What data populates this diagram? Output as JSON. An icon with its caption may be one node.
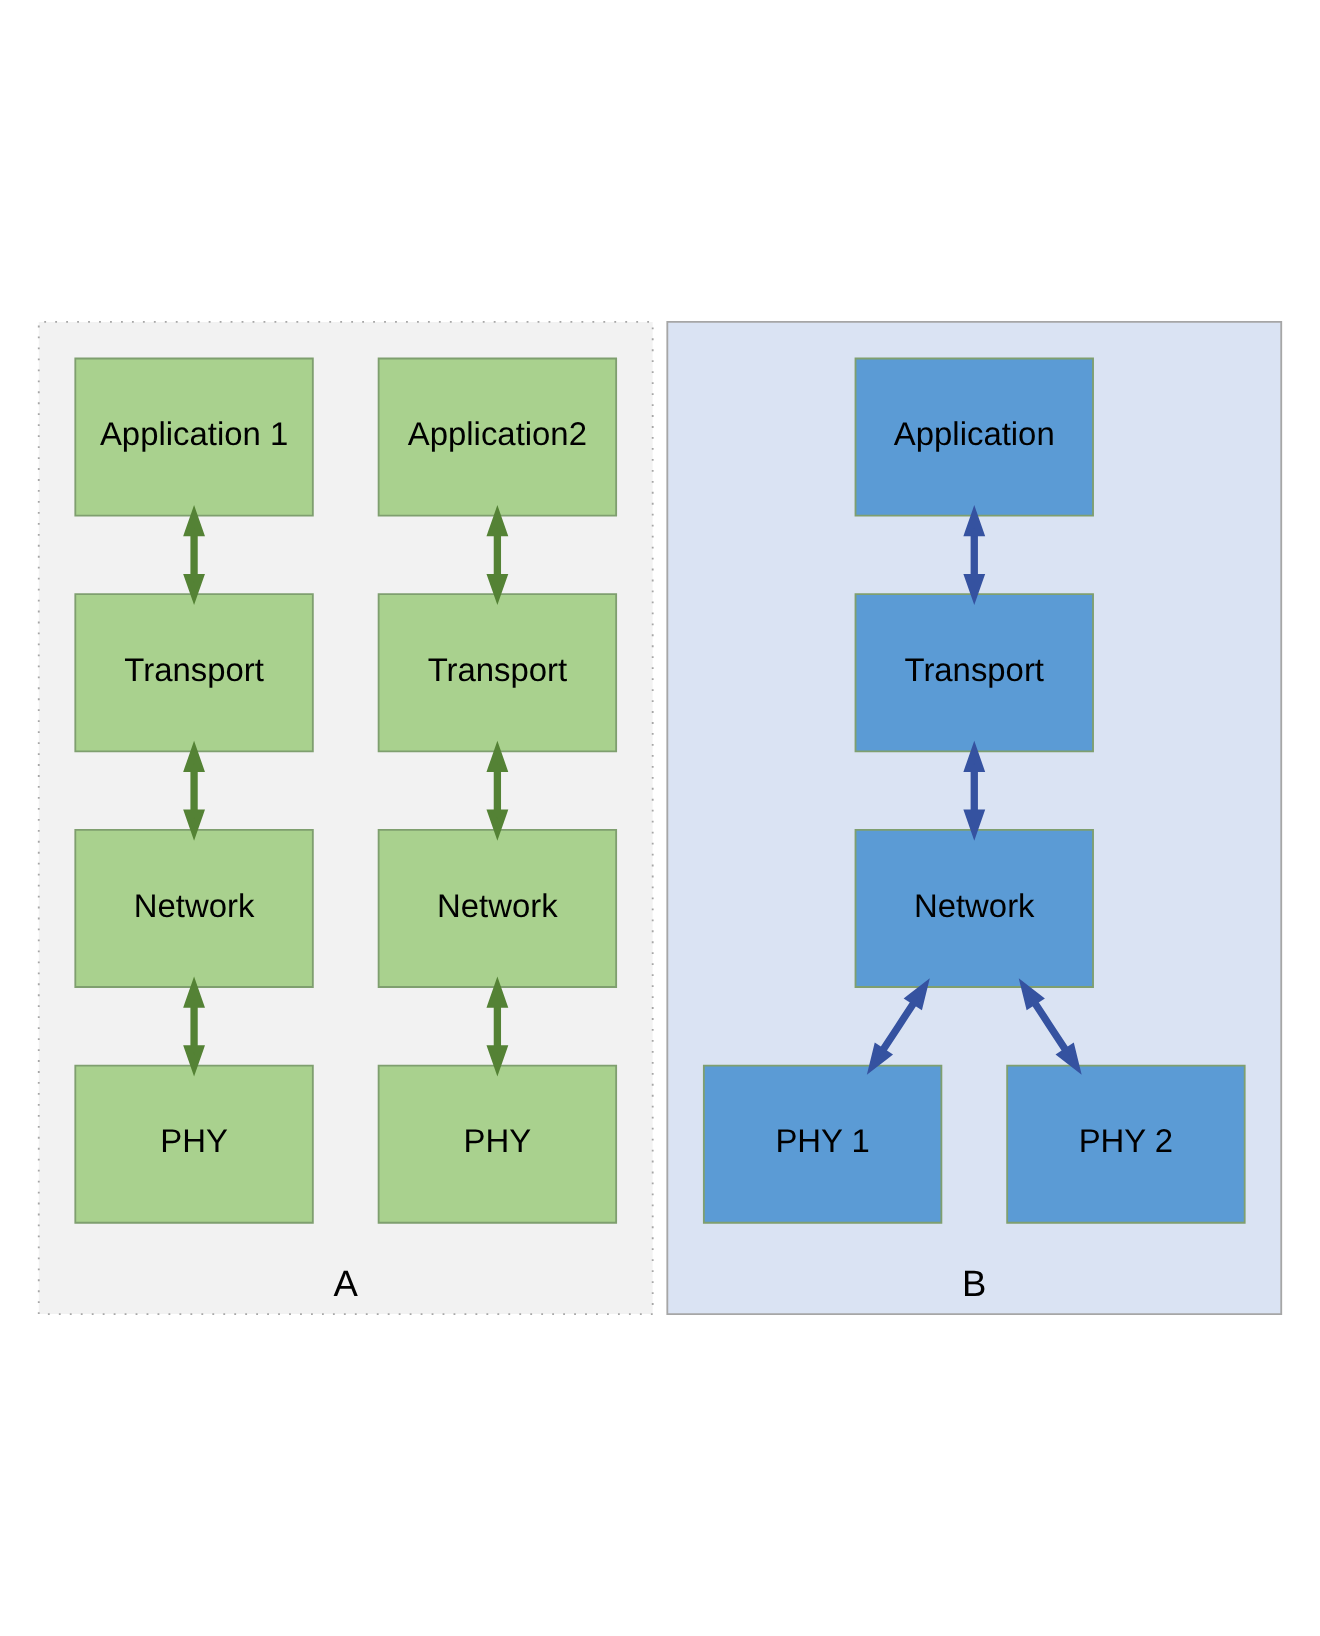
{
  "diagram": {
    "nodes": [
      {
        "text": [
          "A"
        ]
      },
      {
        "text": [
          "Application 1"
        ],
        "in": 0
      },
      {
        "text": [
          "Application2"
        ],
        "in": 0
      },
      {
        "text": [
          "Transport"
        ],
        "in": 0
      },
      {
        "text": [
          "Transport"
        ],
        "in": 0
      },
      {
        "text": [
          "Network"
        ],
        "in": 0
      },
      {
        "text": [
          "Network"
        ],
        "in": 0
      },
      {
        "text": [
          "PHY"
        ],
        "in": 0
      },
      {
        "text": [
          "PHY"
        ],
        "in": 0
      },
      {
        "text": [
          "B"
        ]
      },
      {
        "text": [
          "Application"
        ],
        "in": 9
      },
      {
        "text": [
          "Transport"
        ],
        "in": 9
      },
      {
        "text": [
          "Network"
        ],
        "in": 9
      },
      {
        "text": [
          "PHY 1"
        ],
        "in": 9
      },
      {
        "text": [
          "PHY 2"
        ],
        "in": 9
      }
    ],
    "edges": [
      {
        "from": 1,
        "to": 3,
        "arrow": "both"
      },
      {
        "from": 3,
        "to": 5,
        "arrow": "both"
      },
      {
        "from": 5,
        "to": 7,
        "arrow": "both"
      },
      {
        "from": 2,
        "to": 4,
        "arrow": "both"
      },
      {
        "from": 4,
        "to": 6,
        "arrow": "both"
      },
      {
        "from": 6,
        "to": 8,
        "arrow": "both"
      },
      {
        "from": 10,
        "to": 11,
        "arrow": "both",
        "color": "#3552a0"
      },
      {
        "from": 11,
        "to": 12,
        "arrow": "both",
        "color": "#3552a0"
      },
      {
        "from": 12,
        "to": 13,
        "arrow": "both",
        "color": "#3552a0"
      },
      {
        "from": 12,
        "to": 14,
        "arrow": "both",
        "color": "#3552a0"
      }
    ]
  }
}
